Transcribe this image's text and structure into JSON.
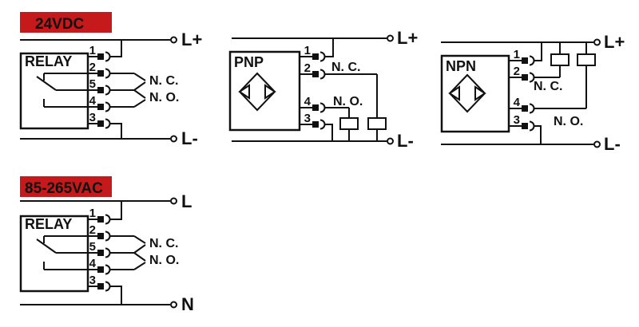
{
  "colors": {
    "badge_bg": "#C5191B",
    "badge_text": "#FFFFFF",
    "line": "#111111"
  },
  "diagrams": {
    "relay_dc": {
      "badge": "24VDC",
      "box_label": "RELAY",
      "pins": [
        "1",
        "2",
        "5",
        "4",
        "3"
      ],
      "nc": "N. C.",
      "no": "N. O.",
      "rail_top": "L+",
      "rail_bottom": "L-"
    },
    "pnp": {
      "box_label": "PNP",
      "pins": [
        "1",
        "2",
        "4",
        "3"
      ],
      "nc": "N. C.",
      "no": "N. O.",
      "rail_top": "L+",
      "rail_bottom": "L-"
    },
    "npn": {
      "box_label": "NPN",
      "pins": [
        "1",
        "2",
        "4",
        "3"
      ],
      "nc": "N. C.",
      "no": "N. O.",
      "rail_top": "L+",
      "rail_bottom": "L-"
    },
    "relay_ac": {
      "badge": "85-265VAC",
      "box_label": "RELAY",
      "pins": [
        "1",
        "2",
        "5",
        "4",
        "3"
      ],
      "nc": "N. C.",
      "no": "N. O.",
      "rail_top": "L",
      "rail_bottom": "N"
    }
  }
}
